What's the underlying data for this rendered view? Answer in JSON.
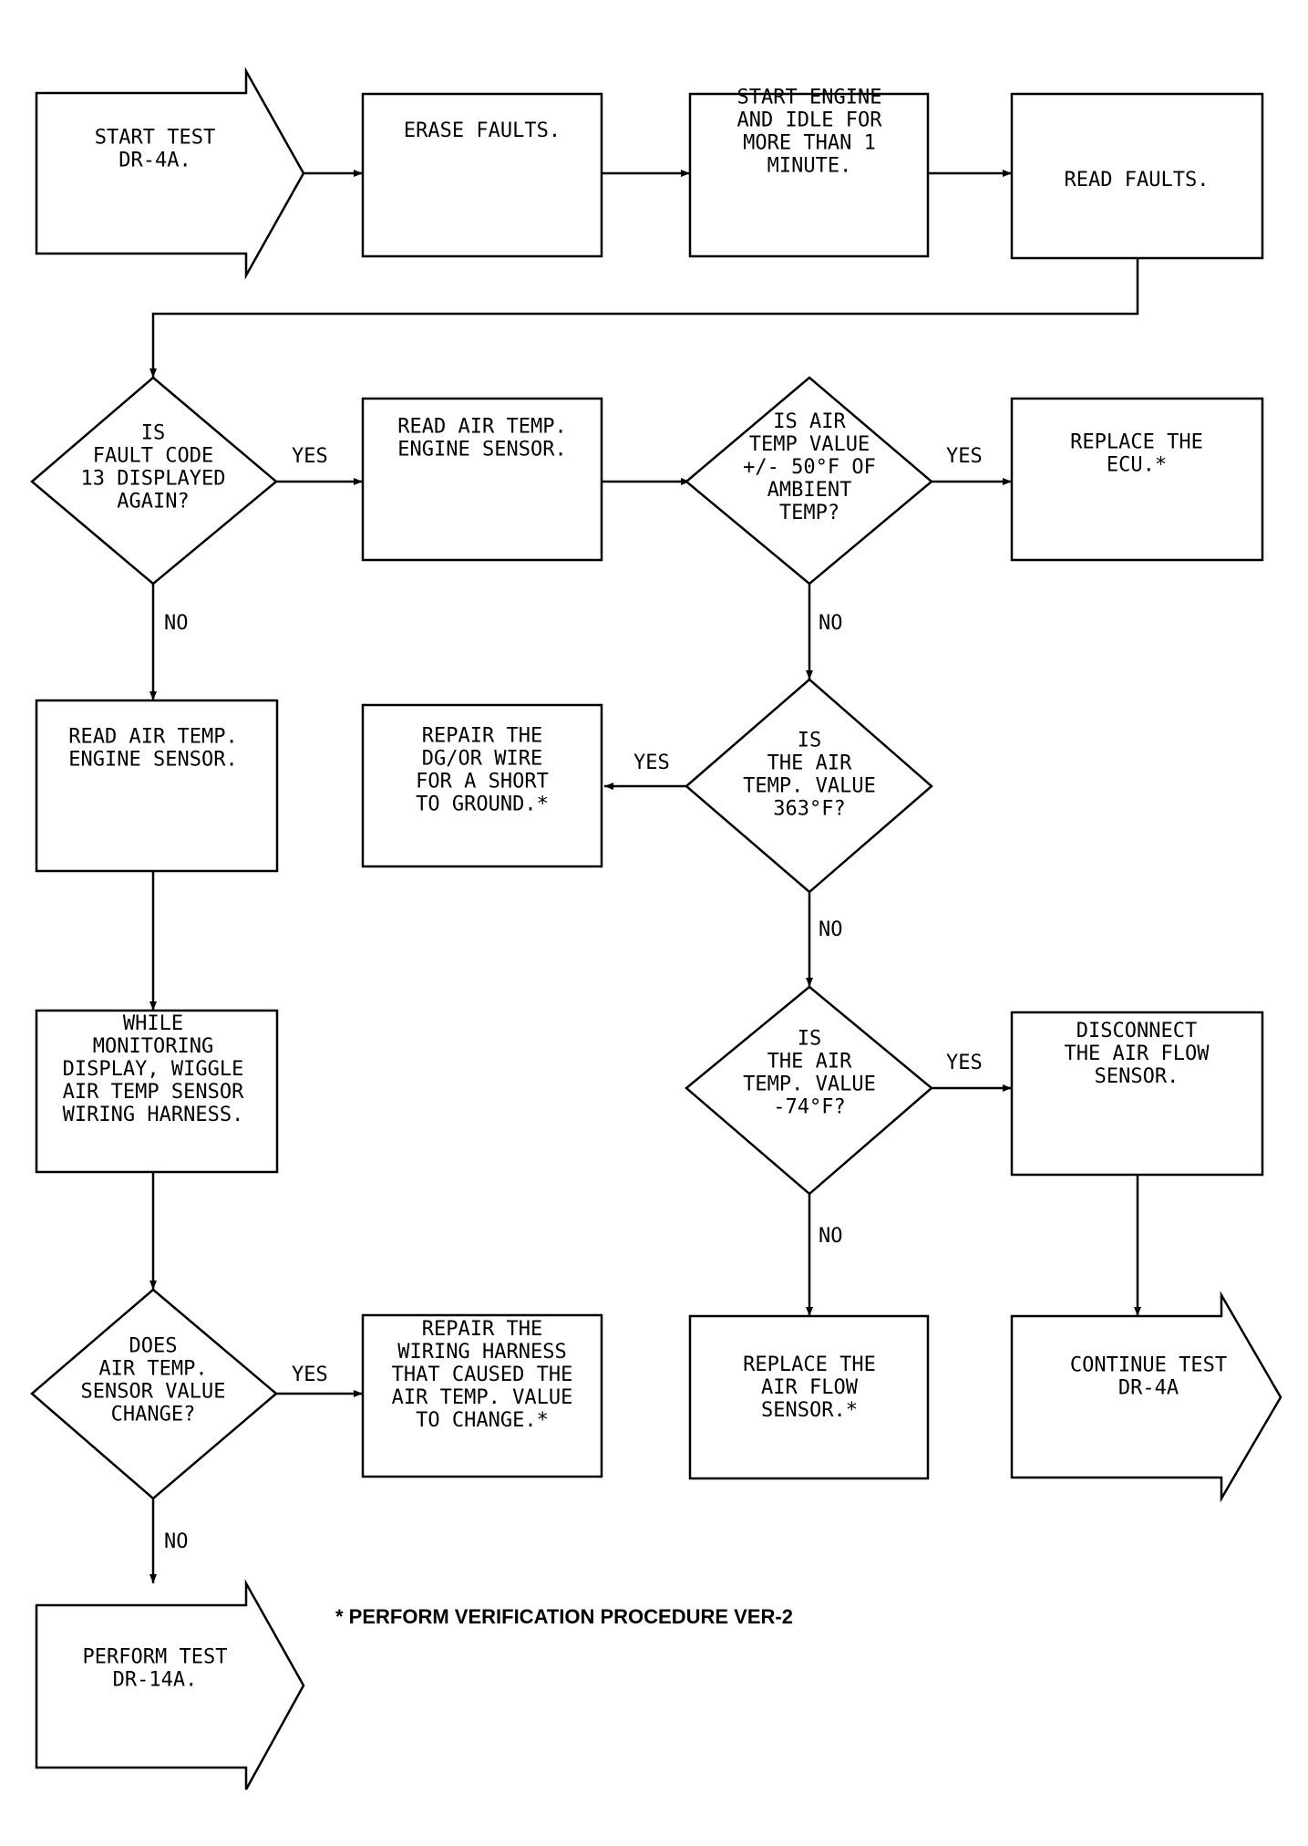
{
  "nodes": {
    "start": [
      "START TEST",
      "DR-4A."
    ],
    "erase": [
      "ERASE FAULTS."
    ],
    "start_engine": [
      "START ENGINE",
      "AND IDLE FOR",
      "MORE THAN 1",
      "MINUTE."
    ],
    "read_faults": [
      "READ FAULTS."
    ],
    "d_fault13": [
      "IS",
      "FAULT CODE",
      "13 DISPLAYED",
      "AGAIN?"
    ],
    "read_air_temp_1": [
      "READ AIR TEMP.",
      "ENGINE SENSOR."
    ],
    "d_ambient": [
      "IS AIR",
      "TEMP VALUE",
      "+/- 50°F OF",
      "AMBIENT",
      "TEMP?"
    ],
    "replace_ecu": [
      "REPLACE THE",
      "ECU.*"
    ],
    "read_air_temp_2": [
      "READ AIR TEMP.",
      "ENGINE SENSOR."
    ],
    "repair_dg": [
      "REPAIR THE",
      "DG/OR WIRE",
      "FOR A SHORT",
      "TO GROUND.*"
    ],
    "d_363": [
      "IS",
      "THE AIR",
      "TEMP. VALUE",
      "363°F?"
    ],
    "wiggle": [
      "WHILE",
      "MONITORING",
      "DISPLAY, WIGGLE",
      "AIR TEMP SENSOR",
      "WIRING HARNESS."
    ],
    "d_minus74": [
      "IS",
      "THE AIR",
      "TEMP. VALUE",
      "-74°F?"
    ],
    "disconnect": [
      "DISCONNECT",
      "THE AIR FLOW",
      "SENSOR."
    ],
    "d_change": [
      "DOES",
      "AIR TEMP.",
      "SENSOR VALUE",
      "CHANGE?"
    ],
    "repair_harness": [
      "REPAIR THE",
      "WIRING HARNESS",
      "THAT CAUSED THE",
      "AIR TEMP. VALUE",
      "TO CHANGE.*"
    ],
    "replace_afs": [
      "REPLACE THE",
      "AIR FLOW",
      "SENSOR.*"
    ],
    "continue": [
      "CONTINUE TEST",
      "DR-4A"
    ],
    "perform": [
      "PERFORM TEST",
      "DR-14A."
    ]
  },
  "edge_labels": {
    "fault13_yes": "YES",
    "fault13_no": "NO",
    "ambient_yes": "YES",
    "ambient_no": "NO",
    "v363_yes": "YES",
    "v363_no": "NO",
    "minus74_yes": "YES",
    "minus74_no": "NO",
    "change_yes": "YES",
    "change_no": "NO"
  },
  "footnote": "* PERFORM VERIFICATION PROCEDURE VER-2"
}
